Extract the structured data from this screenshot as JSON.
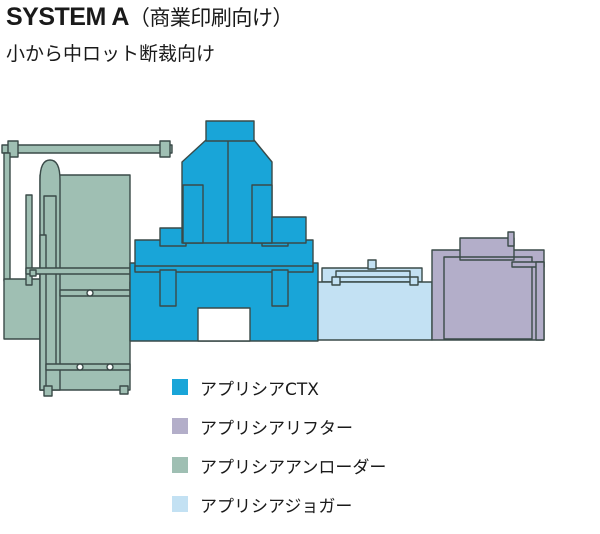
{
  "header": {
    "title": "SYSTEM A",
    "title_suffix": "（商業印刷向け）",
    "subtitle": "小から中ロット断裁向け"
  },
  "colors": {
    "applisia_ctx": "#19a5d8",
    "applisia_lifter": "#b3aec9",
    "applisia_unloader": "#9fbfb3",
    "applisia_jogger": "#c3e1f3",
    "outline": "#3a4a48"
  },
  "legend": [
    {
      "label": "アプリシアCTX",
      "color": "#19a5d8",
      "swatch": "swatch-ctx"
    },
    {
      "label": "アプリシアリフター",
      "color": "#b3aec9",
      "swatch": "swatch-lifter"
    },
    {
      "label": "アプリシアアンローダー",
      "color": "#9fbfb3",
      "swatch": "swatch-unloader"
    },
    {
      "label": "アプリシアジョガー",
      "color": "#c3e1f3",
      "swatch": "swatch-jogger"
    }
  ]
}
